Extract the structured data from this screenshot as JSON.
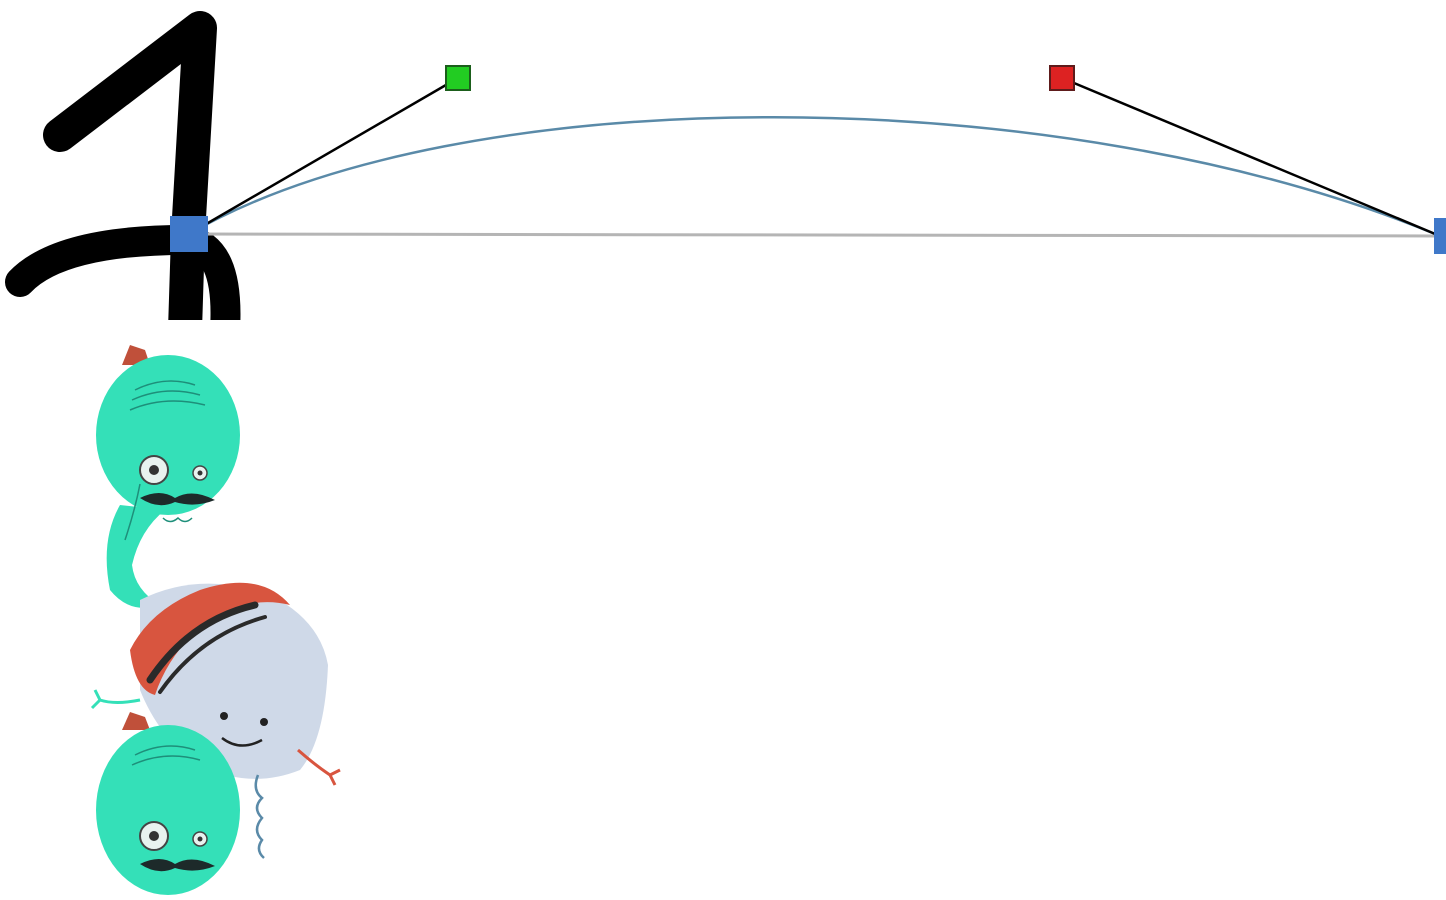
{
  "canvas": {
    "background": "#ffffff"
  },
  "colors": {
    "curve": "#5a8aa8",
    "baseline": "#b5b5b5",
    "handle_line": "#000000",
    "anchor": "#3f78c9",
    "control_start": "#22cc22",
    "control_end": "#dd2222",
    "glyph": "#000000",
    "octopus_body": "#34e0b8",
    "octopus_detail": "#1e8f7a",
    "toaster_body": "#cfd9e8",
    "toaster_top": "#d8553f"
  },
  "bezier_editor": {
    "anchors": [
      {
        "name": "start-anchor",
        "role": "anchor"
      },
      {
        "name": "end-anchor",
        "role": "anchor"
      }
    ],
    "control_points": [
      {
        "name": "start-control-point",
        "role": "control"
      },
      {
        "name": "end-control-point",
        "role": "control"
      }
    ]
  },
  "icons": {
    "glyph": "handwritten-digit-one",
    "sprites": [
      "octopus-mascot",
      "toaster-mascot",
      "octopus-mascot"
    ]
  }
}
